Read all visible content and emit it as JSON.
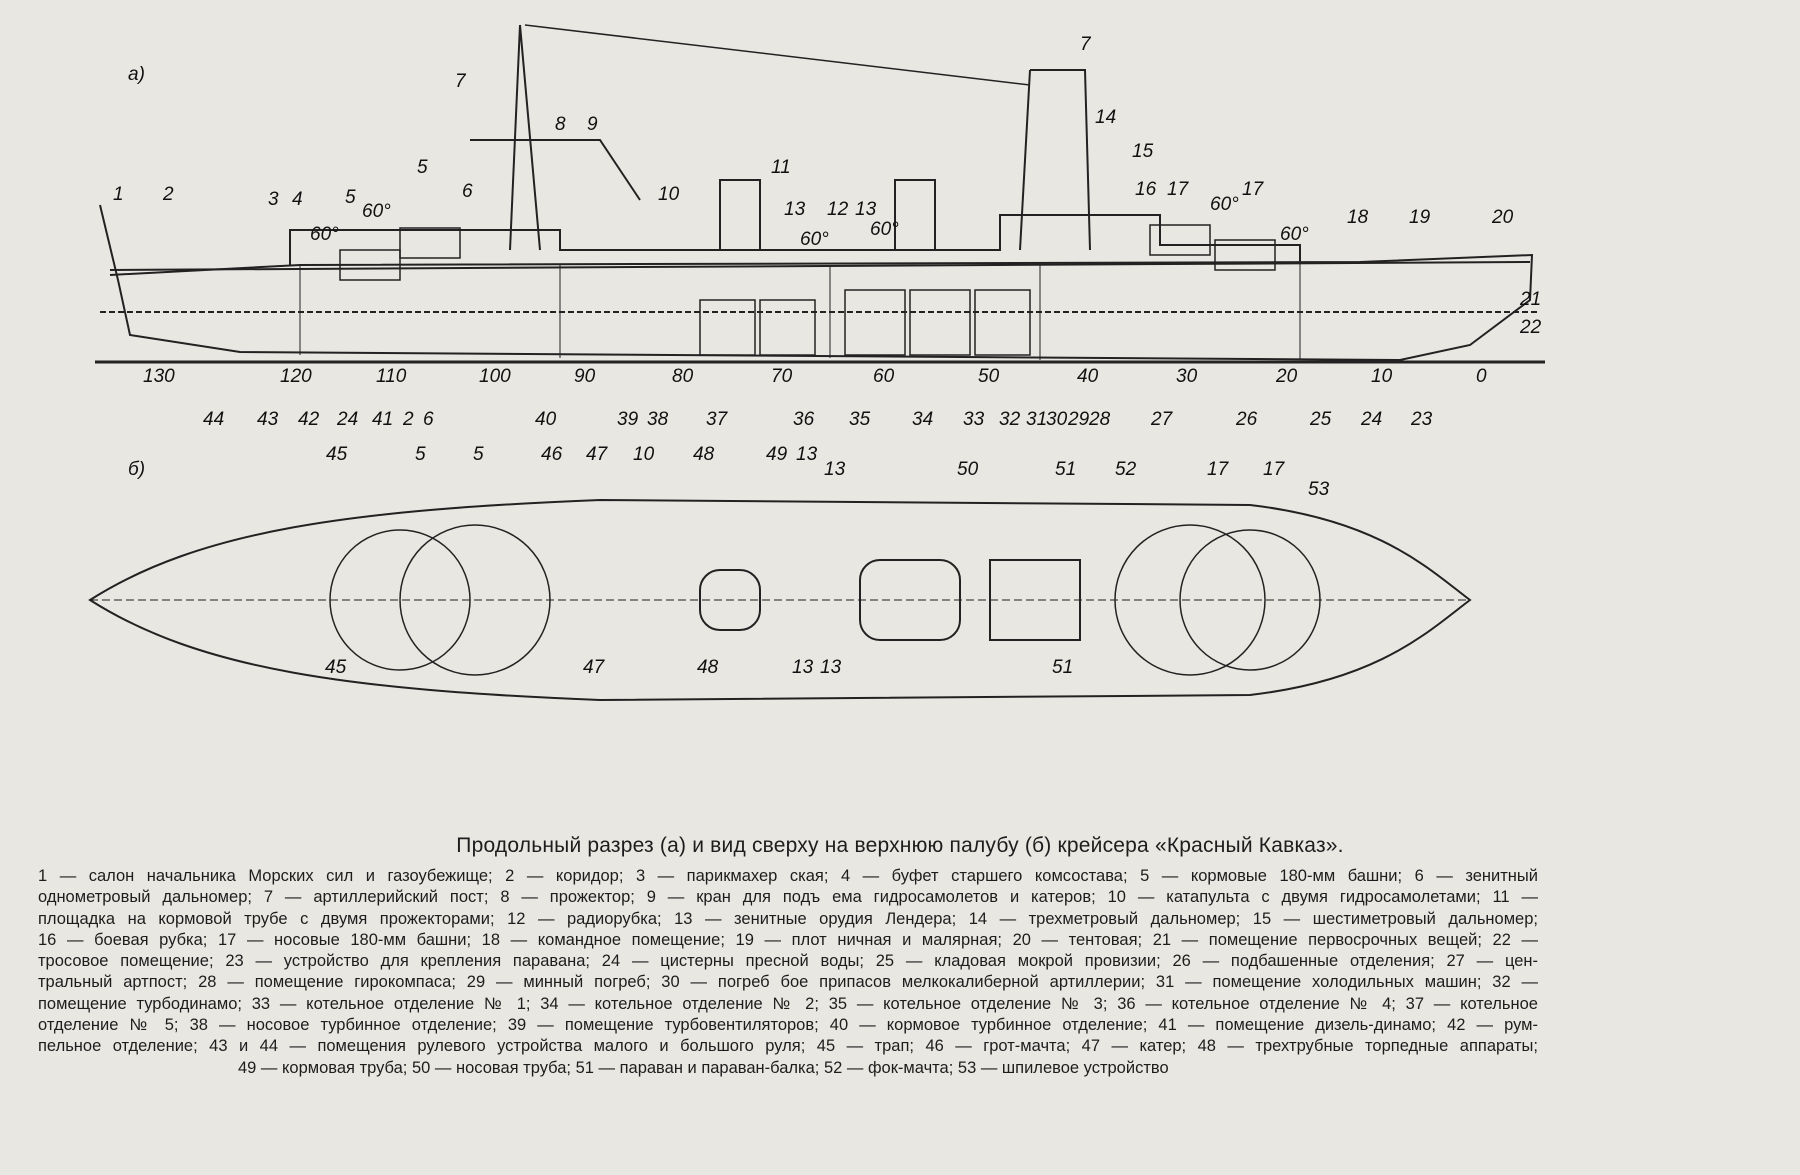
{
  "panel_labels": {
    "side": "а)",
    "top": "б)"
  },
  "side_view_labels": [
    "1",
    "2",
    "3",
    "4",
    "5",
    "5",
    "6",
    "7",
    "8",
    "9",
    "10",
    "11",
    "12",
    "13",
    "13",
    "7",
    "14",
    "15",
    "16",
    "17",
    "17",
    "18",
    "19",
    "20",
    "21",
    "22"
  ],
  "frame_numbers": [
    "130",
    "120",
    "110",
    "100",
    "90",
    "80",
    "70",
    "60",
    "50",
    "40",
    "30",
    "20",
    "10",
    "0"
  ],
  "bottom_labels": [
    "44",
    "43",
    "42",
    "24",
    "41",
    "2",
    "6",
    "40",
    "39",
    "38",
    "37",
    "36",
    "35",
    "34",
    "33",
    "32",
    "31",
    "30",
    "29",
    "28",
    "27",
    "26",
    "25",
    "24",
    "23"
  ],
  "angle_labels": [
    "60°",
    "60°",
    "60°",
    "60°",
    "60°",
    "60°"
  ],
  "top_view_labels": [
    "45",
    "5",
    "5",
    "46",
    "47",
    "10",
    "48",
    "49",
    "13",
    "13",
    "50",
    "51",
    "52",
    "17",
    "17",
    "53",
    "45",
    "47",
    "48",
    "13",
    "13",
    "51"
  ],
  "caption": {
    "title": "Продольный разрез (а) и вид сверху на верхнюю палубу (б) крейсера «Красный  Кавказ».",
    "lines": [
      "1 — салон начальника Морских сил и газоубежище; 2 — коридор; 3 — парикмахер ская; 4 — буфет старшего комсостава; 5 — кормовые 180-мм башни; 6 — зенитный",
      "однометровый дальномер; 7 — артиллерийский пост; 8 — прожектор; 9 — кран для подъ ема гидросамолетов и катеров; 10 — катапульта с двумя гидросамолетами; 11 —",
      "площадка на кормовой трубе с двумя прожекторами; 12 — радиорубка; 13 — зенитные орудия Лендера; 14 — трехметровый дальномер; 15 — шестиметровый дальномер;",
      "16 — боевая рубка; 17 — носовые 180-мм башни; 18 — командное помещение; 19 — плот ничная и малярная; 20 — тентовая; 21 — помещение первосрочных вещей; 22 —",
      "тросовое помещение; 23 — устройство для крепления паравана; 24 — цистерны пресной воды; 25 — кладовая мокрой провизии; 26 — подбашенные отделения; 27 — цен-",
      "тральный артпост; 28 — помещение гирокомпаса; 29 — минный погреб; 30 — погреб бое припасов мелкокалиберной артиллерии; 31 — помещение холодильных машин; 32 —",
      "помещение турбодинамо; 33 — котельное отделение № 1; 34 — котельное отделение № 2; 35 — котельное отделение № 3; 36 — котельное отделение № 4; 37 — котельное",
      "отделение № 5; 38 — носовое турбинное отделение; 39 — помещение турбовентиляторов; 40 — кормовое турбинное отделение; 41 — помещение дизель-динамо; 42 — рум-",
      "пельное отделение; 43 и 44 — помещения рулевого устройства малого и большого руля; 45 — трап; 46 — грот-мачта; 47 — катер; 48 — трехтрубные торпедные аппараты;",
      "49 — кормовая труба; 50 — носовая труба; 51 — параван и параван-балка; 52 — фок-мачта; 53 — шпилевое устройство"
    ]
  }
}
